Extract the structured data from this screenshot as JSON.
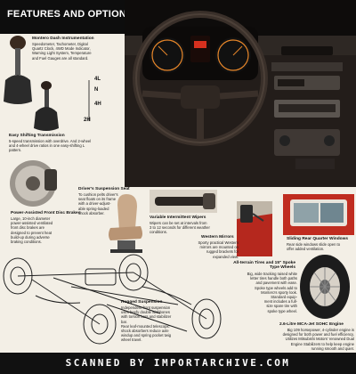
{
  "header": {
    "title": "FEATURES AND OPTIONS."
  },
  "gear_labels": [
    "4L",
    "N",
    "4H",
    "2H"
  ],
  "features": {
    "instrumentation": {
      "title": "Montero Dash Instrumentation",
      "lines": [
        "Speedometer, Tachometer, Digital",
        "Quartz Clock, 4WD Mode Indicator,",
        "Warning Light System, Temperature",
        "and Fuel Gauges are all standard."
      ]
    },
    "transmission": {
      "title": "Easy Shifting Transmission",
      "lines": [
        "5-speed transmission with overdrive. And 2-wheel",
        "and 4-wheel drive ratios in one easy-shifting L",
        "pattern."
      ]
    },
    "driver_seat": {
      "title": "Driver's Suspension Seat",
      "lines": [
        "To cushion pelts driver's",
        "seat floats on its frame",
        "with a driver-adjust-",
        "able spring-loaded",
        "shock absorber."
      ]
    },
    "brakes": {
      "title": "Power-Assisted Front Disc Brakes",
      "lines": [
        "Large, 10-inch diameter",
        "power-assisted ventilated",
        "front disc brakes are",
        "designed to prevent heat",
        "build-up during adverse",
        "braking conditions."
      ]
    },
    "wipers": {
      "title": "Variable Intermittent Wipers",
      "lines": [
        "Wipers can be set at intervals from",
        "3 to 12 seconds for different weather",
        "conditions."
      ]
    },
    "mirrors": {
      "title": "Western Mirrors",
      "lines": [
        "Sporty practical Western",
        "mirrors are mounted on",
        "rugged brackets for",
        "expanded view."
      ]
    },
    "windows": {
      "title": "Sliding Rear Quarter Windows",
      "lines": [
        "Rear side windows slide open to",
        "offer added ventilation."
      ]
    },
    "tires": {
      "title": "All-terrain Tires and 15\" Spoke Type Wheels",
      "lines": [
        "Big, wide tracking raised white",
        "letter tires handle both paths",
        "and pavement with ease.",
        "Spoke type wheels add to",
        "Montero's sporty look.",
        "Standard equip-",
        "ment includes a full-",
        "size spare tire with",
        "spoke type wheel."
      ]
    },
    "suspension": {
      "title": "Rugged Suspension",
      "lines": [
        "Independent front suspension",
        "uses beefy double wishbones",
        "with torsion bars and stabilizer",
        "bar.",
        "Rear leaf-mounted telescopic",
        "shock absorbers reduce axle",
        "windup and spring pocket twig",
        "wheel travel."
      ]
    },
    "engine": {
      "title": "2.6-Litre MCA-Jet SOHC Engine",
      "lines": [
        "Big 109 horsepower, 4-cylinder engine is",
        "designed for both power and fuel efficiency.",
        "Utilizes Mitsubishi Motors' renowned Dual",
        "Engine Stabilizers to help keep engine",
        "running smooth and quiet."
      ]
    }
  },
  "footer": {
    "text": "SCANNED BY IMPORTARCHIVE.COM"
  },
  "colors": {
    "background": "#f3efe6",
    "header": "#0d0d0d",
    "footer": "#111111",
    "dash": "#1a1614",
    "gauge_orange": "#e8872a"
  }
}
